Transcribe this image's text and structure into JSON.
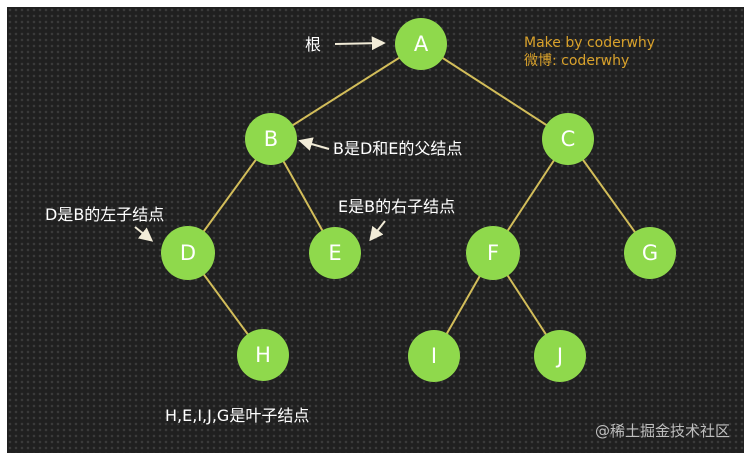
{
  "tree": {
    "nodes": [
      "A",
      "B",
      "C",
      "D",
      "E",
      "F",
      "G",
      "H",
      "I",
      "J"
    ],
    "edges": [
      [
        "A",
        "B"
      ],
      [
        "A",
        "C"
      ],
      [
        "B",
        "D"
      ],
      [
        "B",
        "E"
      ],
      [
        "C",
        "F"
      ],
      [
        "C",
        "G"
      ],
      [
        "D",
        "H"
      ],
      [
        "F",
        "I"
      ],
      [
        "F",
        "J"
      ]
    ]
  },
  "annotations": {
    "root": "根",
    "b_parent": "B是D和E的父结点",
    "d_left_child": "D是B的左子结点",
    "e_right_child": "E是B的右子结点",
    "leaves": "H,E,I,J,G是叶子结点"
  },
  "credit": {
    "line1": "Make by coderwhy",
    "line2": "微博: coderwhy"
  },
  "watermark": "@稀土掘金技术社区",
  "colors": {
    "node_fill": "#8fd94c",
    "edge": "#d2bd5a",
    "credit": "#d8a12b"
  }
}
